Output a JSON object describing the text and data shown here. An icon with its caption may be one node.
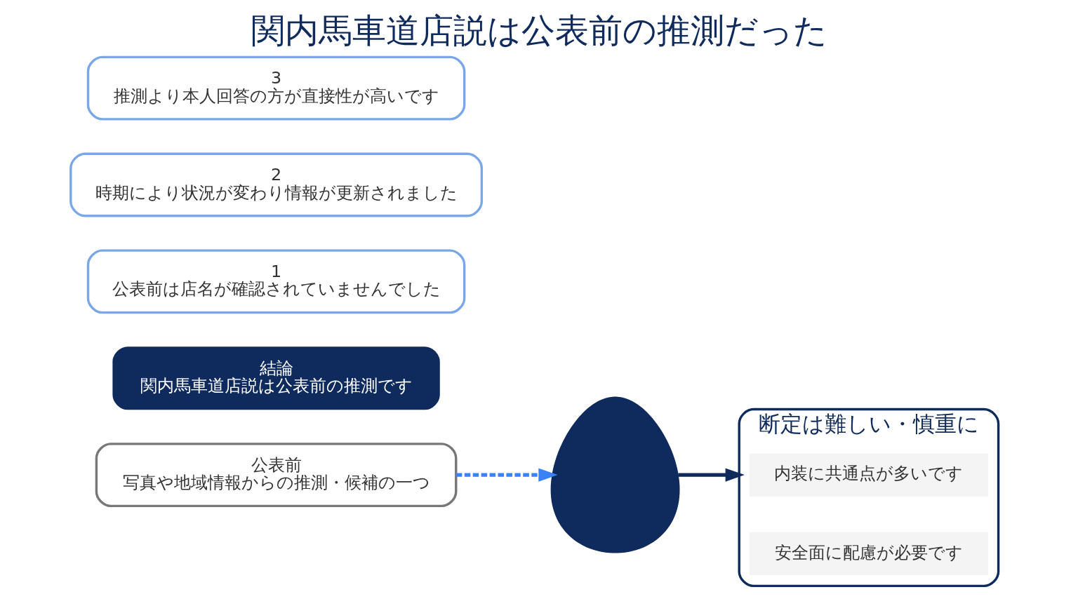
{
  "diagram": {
    "title": "関内馬車道店説は公表前の推測だった",
    "nodes": [
      {
        "text": [
          "公表前",
          "写真や地域情報からの推測・候補の一つ"
        ]
      },
      {
        "text": [],
        "shape": "person"
      },
      {
        "text": [
          "断定は難しい・慎重に"
        ]
      },
      {
        "text": [
          "内装に共通点が多いです"
        ],
        "in": 2
      },
      {
        "text": [
          "安全面に配慮が必要です"
        ],
        "in": 2
      },
      {
        "text": [
          "結論",
          "関内馬車道店説は公表前の推測です"
        ]
      },
      {
        "text": [
          "1",
          "公表前は店名が確認されていませんでした"
        ]
      },
      {
        "text": [
          "2",
          "時期により状況が変わり情報が更新されました"
        ]
      },
      {
        "text": [
          "3",
          "推測より本人回答の方が直接性が高いです"
        ]
      }
    ],
    "edges": [
      {
        "from": 0,
        "to": 1,
        "arrow": "to",
        "style": "dashed",
        "color": "#3b82f6"
      },
      {
        "from": 1,
        "to": 2,
        "arrow": "to",
        "color": "#0f2a5c"
      }
    ]
  }
}
